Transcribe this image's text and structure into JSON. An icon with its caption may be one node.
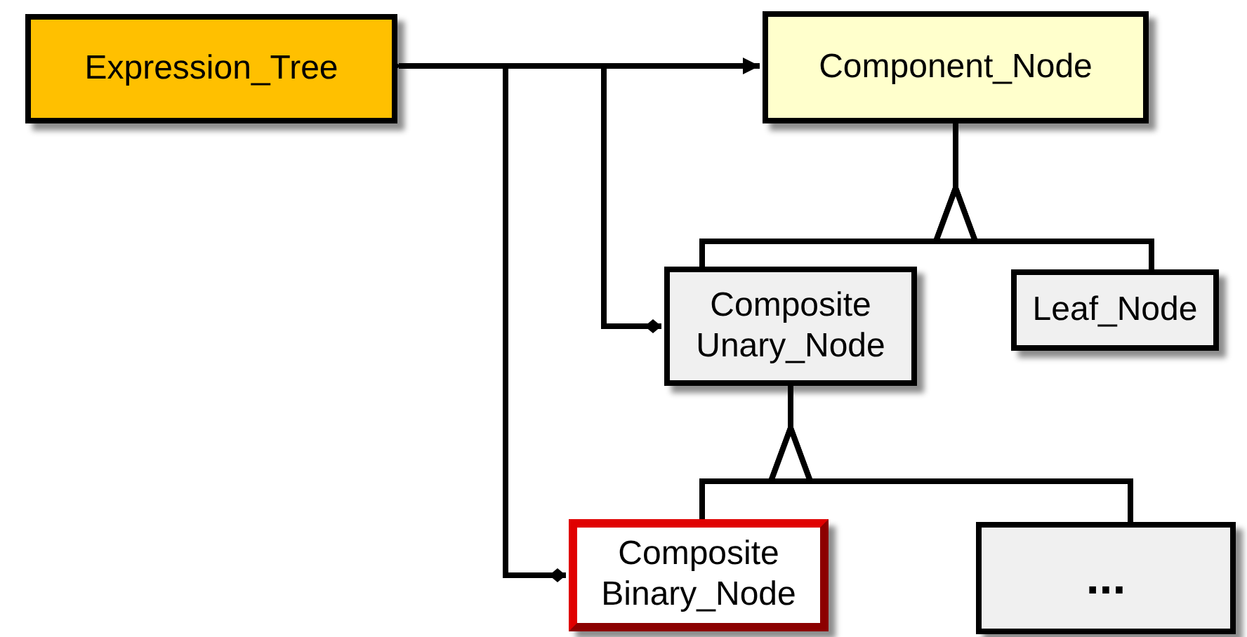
{
  "diagram": {
    "nodes": [
      {
        "text": [
          "Expression_Tree"
        ]
      },
      {
        "text": [
          "Component_Node"
        ]
      },
      {
        "text": [
          "Composite Unary_Node"
        ]
      },
      {
        "text": [
          "Leaf_Node"
        ]
      },
      {
        "text": [
          "Composite Binary_Node"
        ]
      },
      {
        "text": [
          "..."
        ]
      }
    ],
    "edges": [
      {
        "from": 0,
        "to": 1,
        "arrow": "to"
      },
      {
        "from": 0,
        "to": 2,
        "arrow": "other"
      },
      {
        "from": 0,
        "to": 4,
        "arrow": "other"
      },
      {
        "from": 2,
        "to": 1,
        "arrow": "to"
      },
      {
        "from": 3,
        "to": 1,
        "arrow": "to"
      },
      {
        "from": 4,
        "to": 2,
        "arrow": "to"
      },
      {
        "from": 5,
        "to": 2,
        "arrow": "to"
      }
    ]
  }
}
